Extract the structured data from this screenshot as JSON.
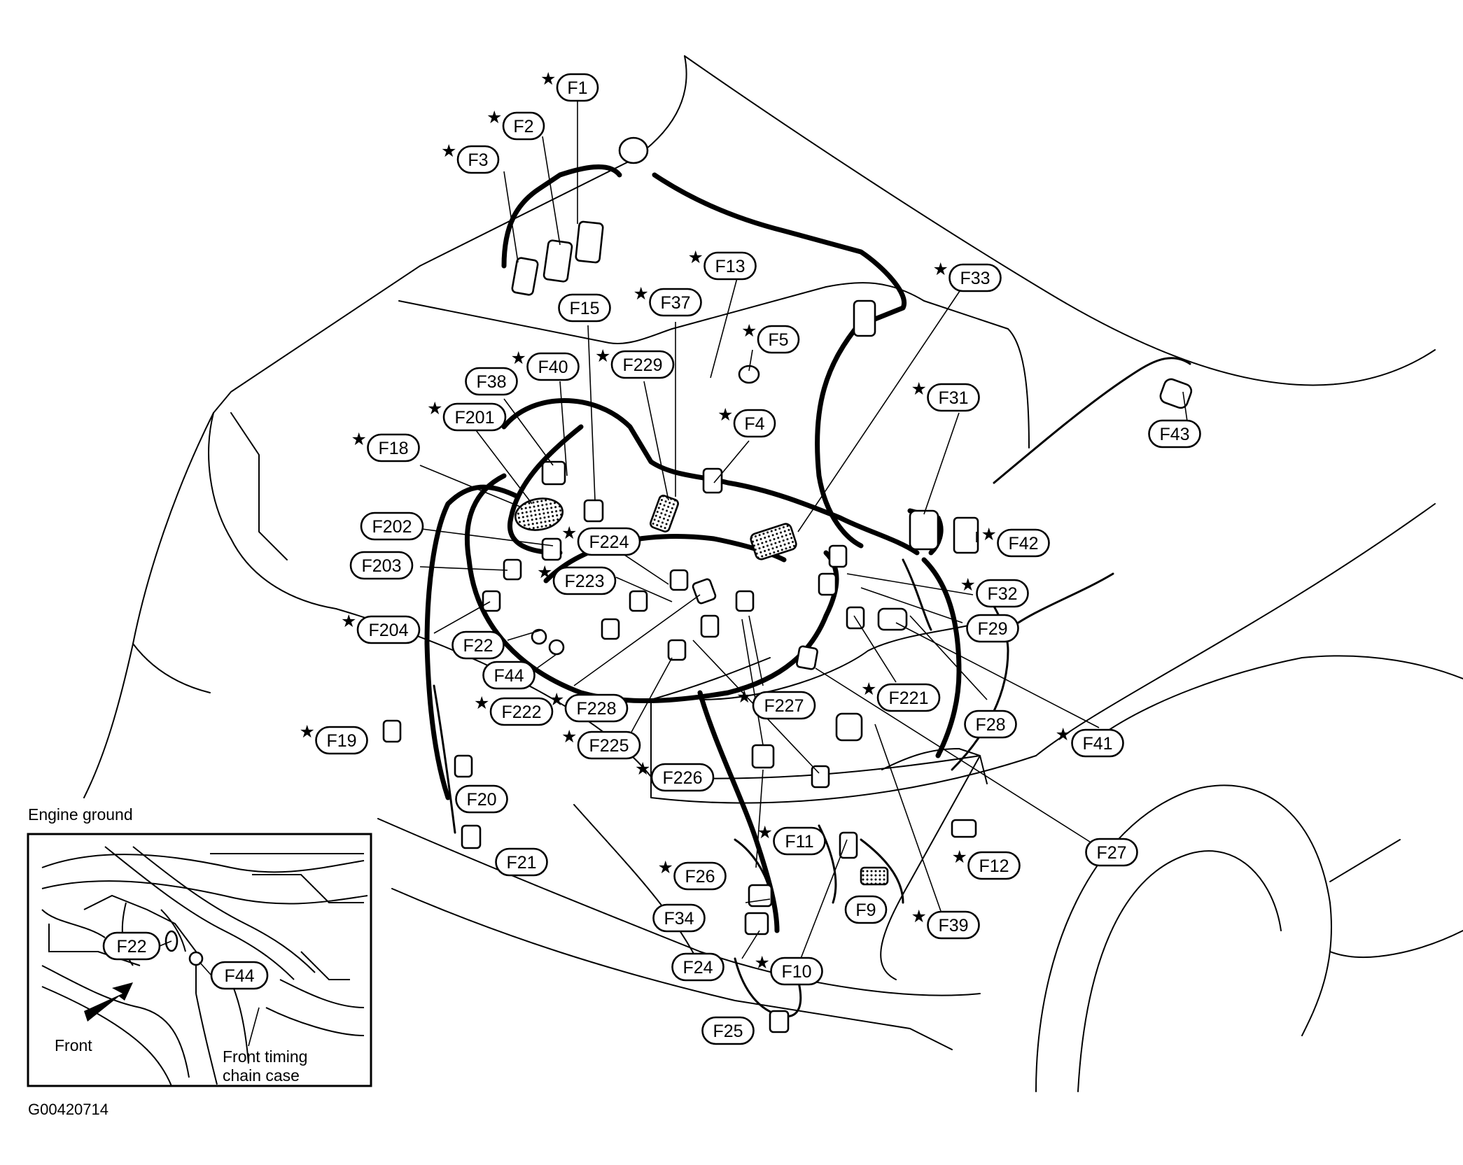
{
  "diagram": {
    "figure_code": "G00420714",
    "inset": {
      "title": "Engine ground",
      "labels": [
        "F22",
        "F44"
      ],
      "front_label": "Front",
      "case_label_line1": "Front timing",
      "case_label_line2": "chain case"
    },
    "connectors": [
      {
        "id": "F1",
        "star": true
      },
      {
        "id": "F2",
        "star": true
      },
      {
        "id": "F3",
        "star": true
      },
      {
        "id": "F13",
        "star": true
      },
      {
        "id": "F37",
        "star": true
      },
      {
        "id": "F33",
        "star": true
      },
      {
        "id": "F15",
        "star": false
      },
      {
        "id": "F5",
        "star": true
      },
      {
        "id": "F229",
        "star": true
      },
      {
        "id": "F40",
        "star": true
      },
      {
        "id": "F38",
        "star": false
      },
      {
        "id": "F201",
        "star": true
      },
      {
        "id": "F18",
        "star": true
      },
      {
        "id": "F4",
        "star": true
      },
      {
        "id": "F31",
        "star": true
      },
      {
        "id": "F43",
        "star": false
      },
      {
        "id": "F42",
        "star": true
      },
      {
        "id": "F202",
        "star": false
      },
      {
        "id": "F224",
        "star": true
      },
      {
        "id": "F203",
        "star": false
      },
      {
        "id": "F223",
        "star": true
      },
      {
        "id": "F32",
        "star": true
      },
      {
        "id": "F29",
        "star": false
      },
      {
        "id": "F204",
        "star": true
      },
      {
        "id": "F22",
        "star": false
      },
      {
        "id": "F44",
        "star": false
      },
      {
        "id": "F221",
        "star": true
      },
      {
        "id": "F28",
        "star": false
      },
      {
        "id": "F41",
        "star": true
      },
      {
        "id": "F222",
        "star": true
      },
      {
        "id": "F228",
        "star": true
      },
      {
        "id": "F227",
        "star": true
      },
      {
        "id": "F225",
        "star": true
      },
      {
        "id": "F19",
        "star": true
      },
      {
        "id": "F226",
        "star": true
      },
      {
        "id": "F20",
        "star": false
      },
      {
        "id": "F11",
        "star": true
      },
      {
        "id": "F12",
        "star": true
      },
      {
        "id": "F27",
        "star": false
      },
      {
        "id": "F21",
        "star": false
      },
      {
        "id": "F26",
        "star": true
      },
      {
        "id": "F34",
        "star": false
      },
      {
        "id": "F9",
        "star": false
      },
      {
        "id": "F39",
        "star": true
      },
      {
        "id": "F24",
        "star": false
      },
      {
        "id": "F10",
        "star": true
      },
      {
        "id": "F25",
        "star": false
      }
    ]
  }
}
